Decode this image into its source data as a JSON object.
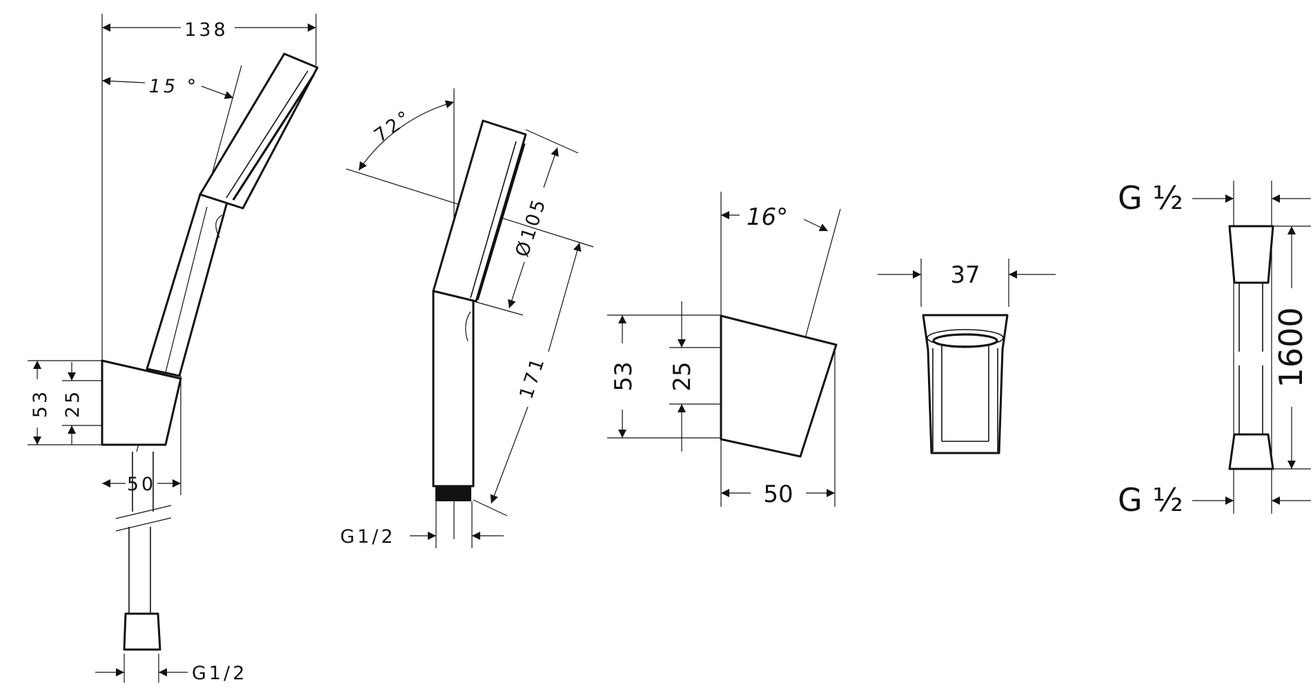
{
  "view_handshower_set": {
    "width_138": "138",
    "angle_15": "15 °",
    "height_53": "53",
    "height_25": "25",
    "width_50": "50",
    "thread": "G1/2"
  },
  "view_handshower": {
    "angle_72": "72°",
    "diameter_105": "Ø105",
    "length_171": "171",
    "thread": "G1/2"
  },
  "view_holder_side": {
    "angle_16": "16°",
    "height_53": "53",
    "height_25": "25",
    "width_50": "50"
  },
  "view_holder_front": {
    "width_37": "37"
  },
  "view_hose": {
    "thread_top": "G ½",
    "thread_bottom": "G ½",
    "length_1600": "1600"
  }
}
